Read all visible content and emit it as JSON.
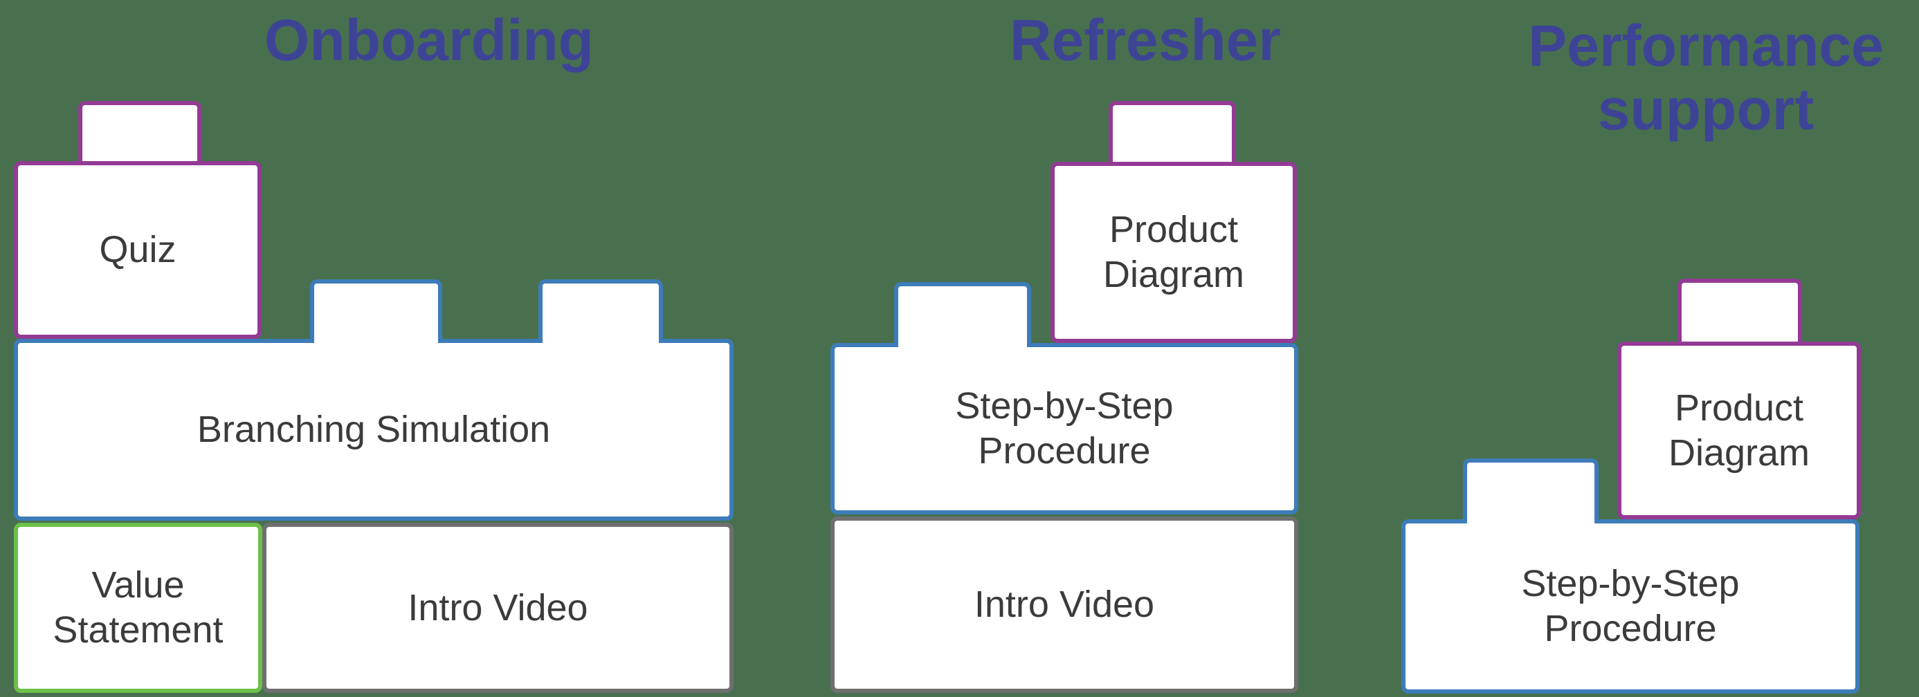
{
  "colors": {
    "background": "#48704f",
    "title": "#3e4495",
    "label": "#3b3b3b",
    "purple": "#933a94",
    "blue": "#3d7cb9",
    "green": "#6cc04a",
    "gray": "#6f6f6f"
  },
  "groups": [
    {
      "title": "Onboarding",
      "blocks": [
        {
          "label": "Quiz",
          "accent": "purple"
        },
        {
          "label": "Branching Simulation",
          "accent": "blue"
        },
        {
          "label": "Value Statement",
          "accent": "green"
        },
        {
          "label": "Intro Video",
          "accent": "gray"
        }
      ]
    },
    {
      "title": "Refresher",
      "blocks": [
        {
          "label": "Product Diagram",
          "accent": "purple"
        },
        {
          "label": "Step-by-Step Procedure",
          "accent": "blue"
        },
        {
          "label": "Intro Video",
          "accent": "gray"
        }
      ]
    },
    {
      "title": "Performance support",
      "blocks": [
        {
          "label": "Product Diagram",
          "accent": "purple"
        },
        {
          "label": "Step-by-Step Procedure",
          "accent": "blue"
        }
      ]
    }
  ]
}
